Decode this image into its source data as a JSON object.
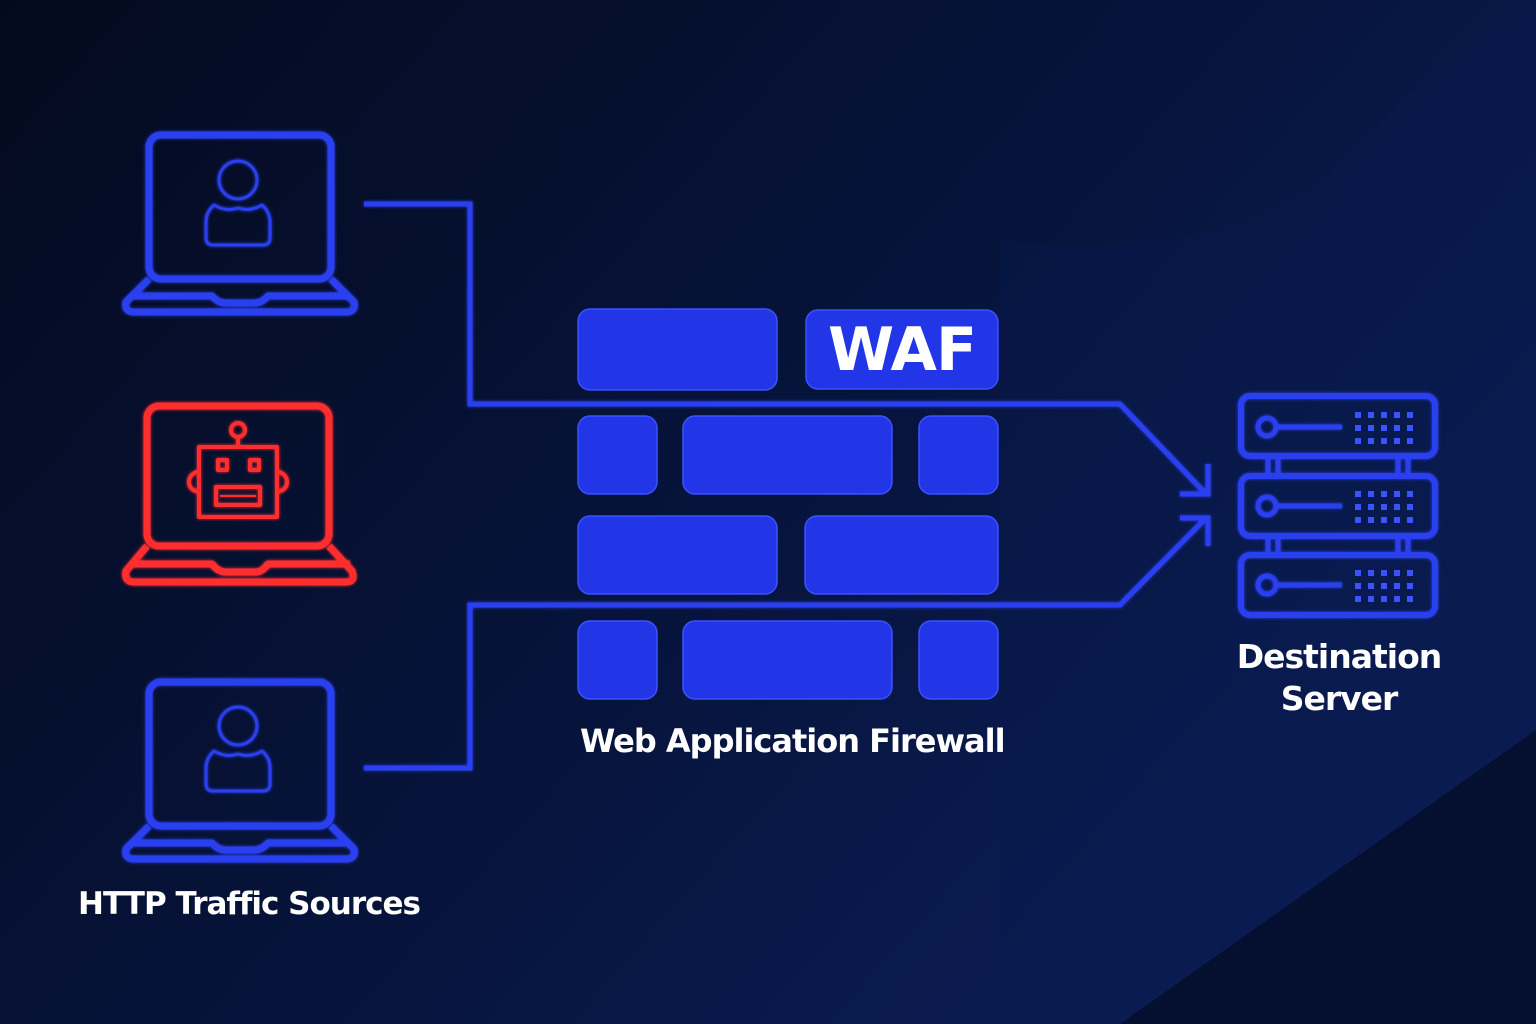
{
  "title": "Web Application Firewall diagram",
  "colors": {
    "background": "#050d24",
    "accent_blue": "#2a3ff0",
    "brick_blue": "#2236e8",
    "threat_red": "#ff2d2d",
    "text": "#ffffff"
  },
  "sources": {
    "label": "HTTP Traffic Sources",
    "items": [
      {
        "type": "user",
        "icon": "laptop-user-icon",
        "status": "allowed"
      },
      {
        "type": "bot",
        "icon": "laptop-robot-icon",
        "status": "blocked"
      },
      {
        "type": "user",
        "icon": "laptop-user-icon",
        "status": "allowed"
      }
    ]
  },
  "firewall": {
    "badge": "WAF",
    "label": "Web Application Firewall",
    "icon": "brick-wall-icon"
  },
  "destination": {
    "label_line1": "Destination",
    "label_line2": "Server",
    "icon": "server-rack-icon",
    "units": 3
  }
}
